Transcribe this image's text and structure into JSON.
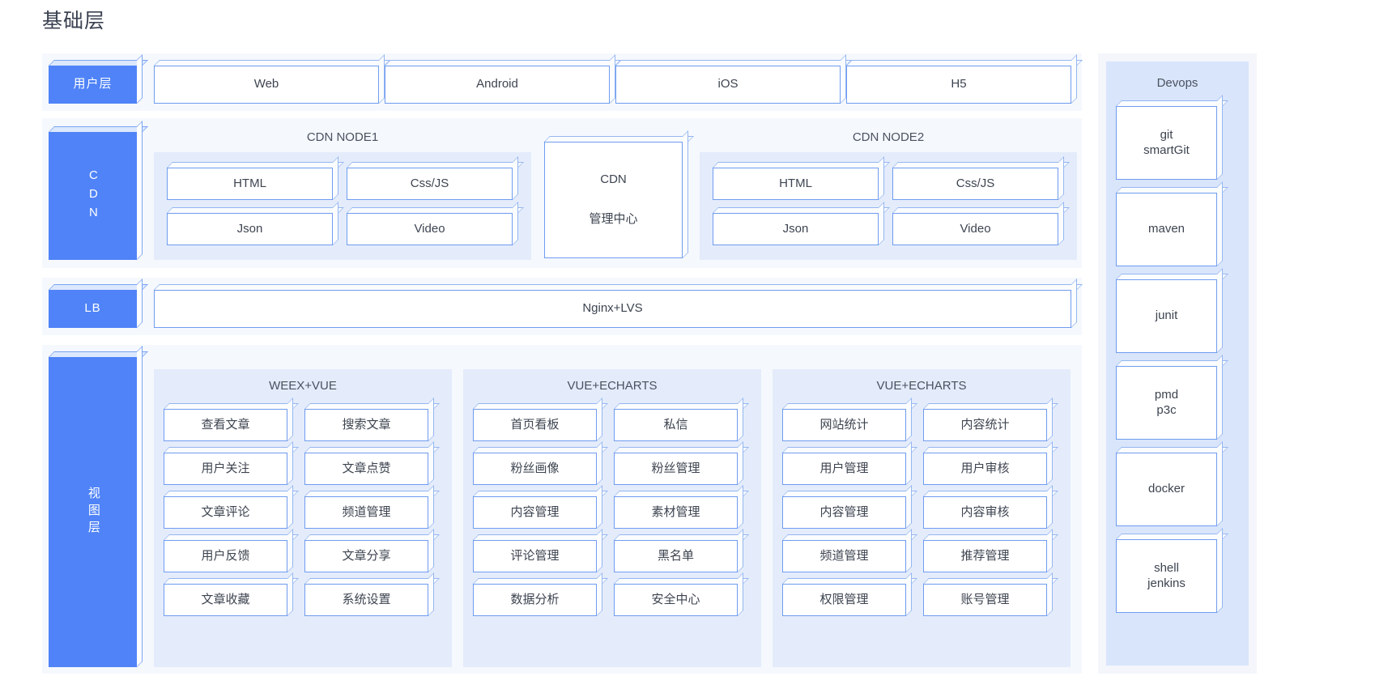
{
  "page": {
    "title": "基础层"
  },
  "colors": {
    "accent_blue": "#4f83f7",
    "border_blue": "#6f9cf0",
    "band_bg": "#f5f8fd",
    "group_bg": "#e4ecfb",
    "devops_bg": "#d9e5fb",
    "text": "#3d4450"
  },
  "rows": {
    "user": {
      "label": "用户层",
      "items": [
        {
          "label": "Web"
        },
        {
          "label": "Android"
        },
        {
          "label": "iOS"
        },
        {
          "label": "H5"
        }
      ]
    },
    "cdn": {
      "label": "CDN",
      "center": {
        "line1": "CDN",
        "line2": "管理中心"
      },
      "node1": {
        "title": "CDN NODE1",
        "items": [
          {
            "label": "HTML"
          },
          {
            "label": "Css/JS"
          },
          {
            "label": "Json"
          },
          {
            "label": "Video"
          }
        ]
      },
      "node2": {
        "title": "CDN NODE2",
        "items": [
          {
            "label": "HTML"
          },
          {
            "label": "Css/JS"
          },
          {
            "label": "Json"
          },
          {
            "label": "Video"
          }
        ]
      }
    },
    "lb": {
      "label": "LB",
      "bar": {
        "label": "Nginx+LVS"
      }
    },
    "view": {
      "label": "视图层",
      "groups": [
        {
          "title": "WEEX+VUE",
          "items": [
            {
              "label": "查看文章"
            },
            {
              "label": "搜索文章"
            },
            {
              "label": "用户关注"
            },
            {
              "label": "文章点赞"
            },
            {
              "label": "文章评论"
            },
            {
              "label": "频道管理"
            },
            {
              "label": "用户反馈"
            },
            {
              "label": "文章分享"
            },
            {
              "label": "文章收藏"
            },
            {
              "label": "系统设置"
            }
          ]
        },
        {
          "title": "VUE+ECHARTS",
          "items": [
            {
              "label": "首页看板"
            },
            {
              "label": "私信"
            },
            {
              "label": "粉丝画像"
            },
            {
              "label": "粉丝管理"
            },
            {
              "label": "内容管理"
            },
            {
              "label": "素材管理"
            },
            {
              "label": "评论管理"
            },
            {
              "label": "黑名单"
            },
            {
              "label": "数据分析"
            },
            {
              "label": "安全中心"
            }
          ]
        },
        {
          "title": "VUE+ECHARTS",
          "items": [
            {
              "label": "网站统计"
            },
            {
              "label": "内容统计"
            },
            {
              "label": "用户管理"
            },
            {
              "label": "用户审核"
            },
            {
              "label": "内容管理"
            },
            {
              "label": "内容审核"
            },
            {
              "label": "频道管理"
            },
            {
              "label": "推荐管理"
            },
            {
              "label": "权限管理"
            },
            {
              "label": "账号管理"
            }
          ]
        }
      ]
    }
  },
  "devops": {
    "title": "Devops",
    "items": [
      {
        "label": "git\nsmartGit"
      },
      {
        "label": "maven"
      },
      {
        "label": "junit"
      },
      {
        "label": "pmd\np3c"
      },
      {
        "label": "docker"
      },
      {
        "label": "shell\njenkins"
      }
    ]
  }
}
